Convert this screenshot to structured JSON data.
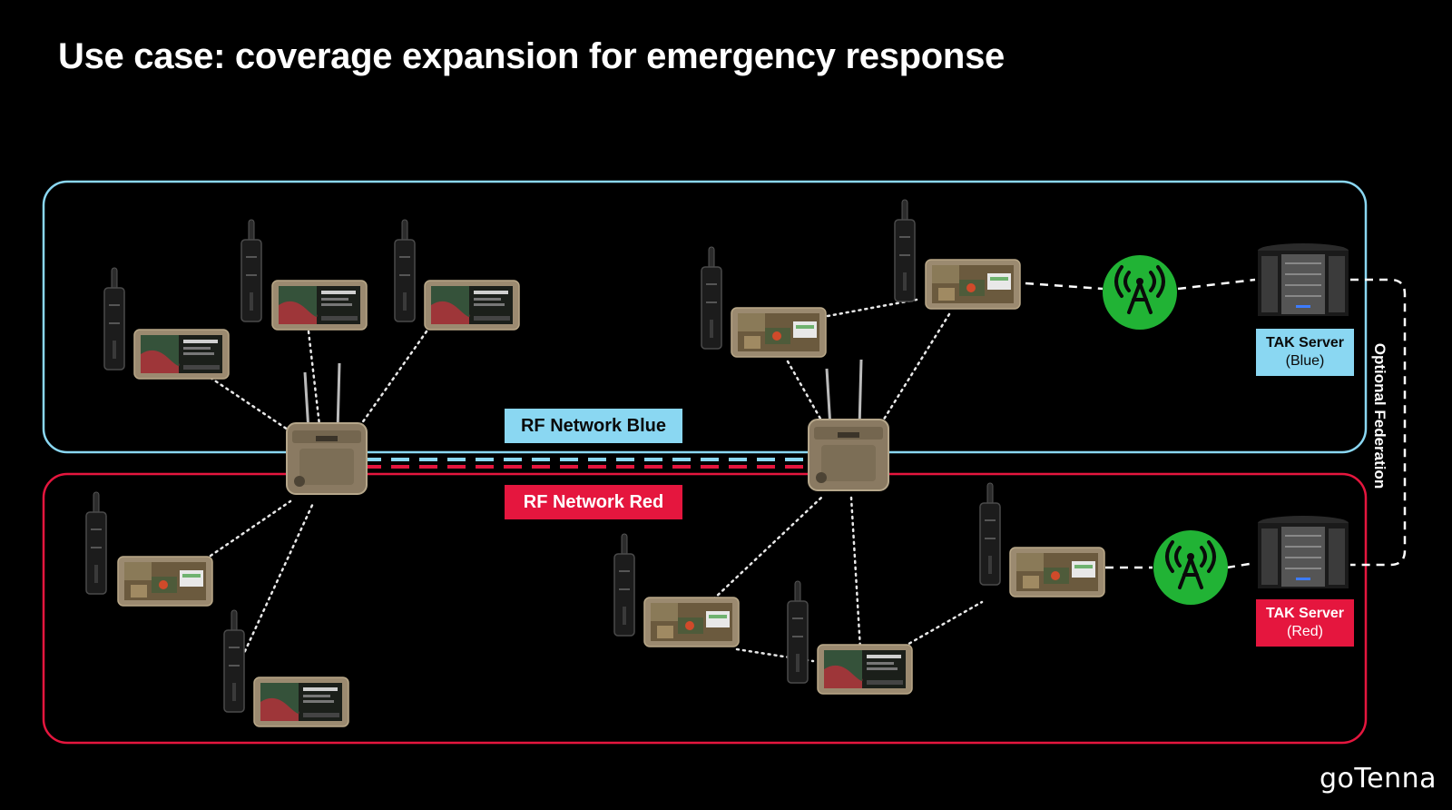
{
  "title": "Use case: coverage expansion for emergency response",
  "networks": {
    "blue_label": "RF Network Blue",
    "red_label": "RF Network Red"
  },
  "servers": {
    "blue": {
      "name": "TAK Server",
      "sub": "(Blue)"
    },
    "red": {
      "name": "TAK Server",
      "sub": "(Red)"
    }
  },
  "federation_label": "Optional Federation",
  "logo": "goTenna",
  "colors": {
    "background": "#000000",
    "blue": "#8ad7f2",
    "red": "#e5163e",
    "tower_green": "#21b335",
    "device_tan": "#9b8a70"
  },
  "icons": [
    "radio-handset-icon",
    "tablet-device-icon",
    "mesh-relay-icon",
    "cell-tower-icon",
    "server-rack-icon"
  ]
}
